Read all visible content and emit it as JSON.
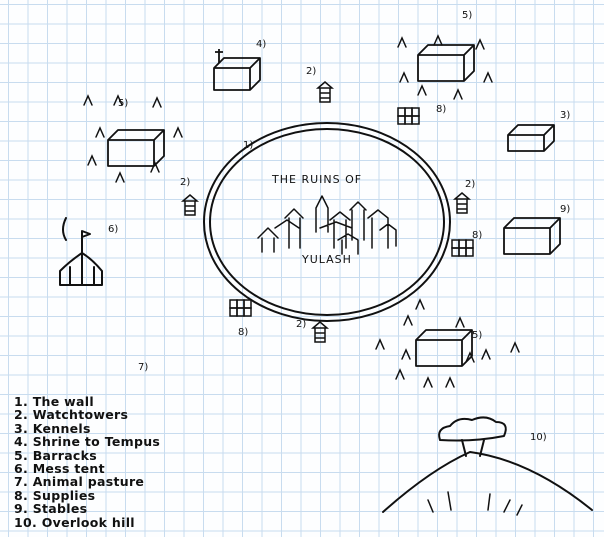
{
  "map_title": {
    "line1": "THE RUINS OF",
    "line2": "YULASH"
  },
  "markers": [
    "1)",
    "2)",
    "2)",
    "2)",
    "2)",
    "3)",
    "4)",
    "5)",
    "5)",
    "5)",
    "6)",
    "7)",
    "8)",
    "8)",
    "8)",
    "9)",
    "10)"
  ],
  "legend": [
    "1. The wall",
    "2. Watchtowers",
    "3. Kennels",
    "4. Shrine to Tempus",
    "5. Barracks",
    "6. Mess tent",
    "7. Animal pasture",
    "8. Supplies",
    "9. Stables",
    "10. Overlook hill"
  ],
  "colors": {
    "ink": "#111111",
    "grid": "#c8dcef",
    "paper": "#fdfeff"
  }
}
